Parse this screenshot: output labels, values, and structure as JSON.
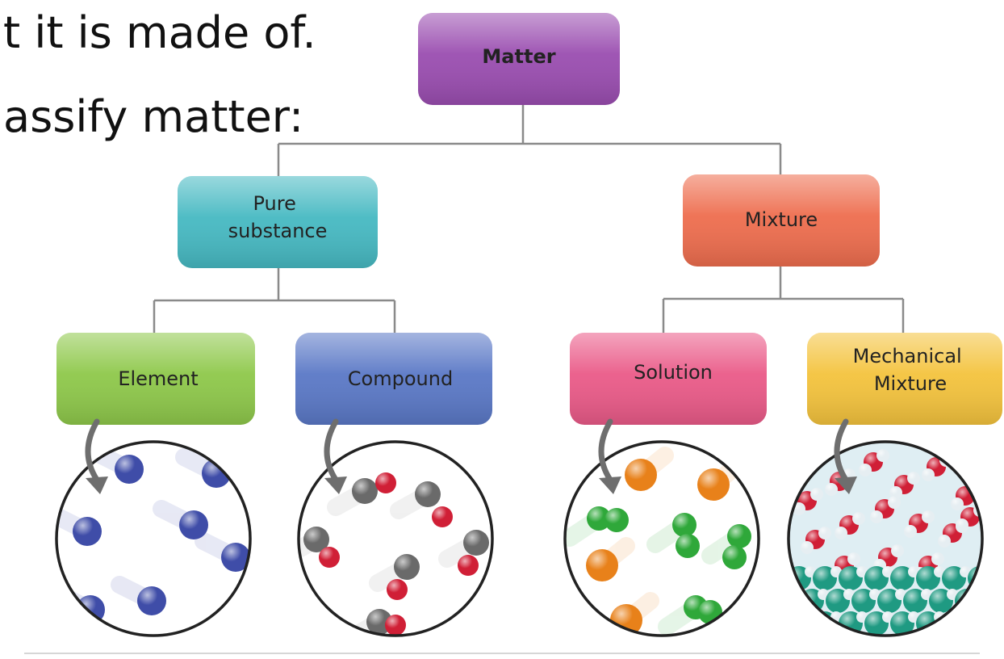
{
  "slide": {
    "line1": "t it is made of.",
    "line2": "assify matter:"
  },
  "diagram": {
    "root": {
      "label": "Matter",
      "color": "#9a4db0"
    },
    "pure_substance": {
      "label_lines": [
        "Pure",
        "substance"
      ],
      "color": "#46b9c2"
    },
    "mixture": {
      "label": "Mixture",
      "color": "#ee6d4e"
    },
    "element": {
      "label": "Element",
      "color": "#8ec84a"
    },
    "compound": {
      "label": "Compound",
      "color": "#5a78c6"
    },
    "solution": {
      "label": "Solution",
      "color": "#ea5a88"
    },
    "mechanical_mixture": {
      "label_lines": [
        "Mechanical",
        "Mixture"
      ],
      "color": "#f4c33d"
    },
    "particle_colors": {
      "element_atom": "#3f4da8",
      "oxygen": "#d01f36",
      "carbon": "#6a6a6a",
      "orange_atom": "#e8811a",
      "green_atom": "#2fa83a",
      "hydrogen": "#e6eef2",
      "teal_atom": "#1f9a82"
    }
  }
}
